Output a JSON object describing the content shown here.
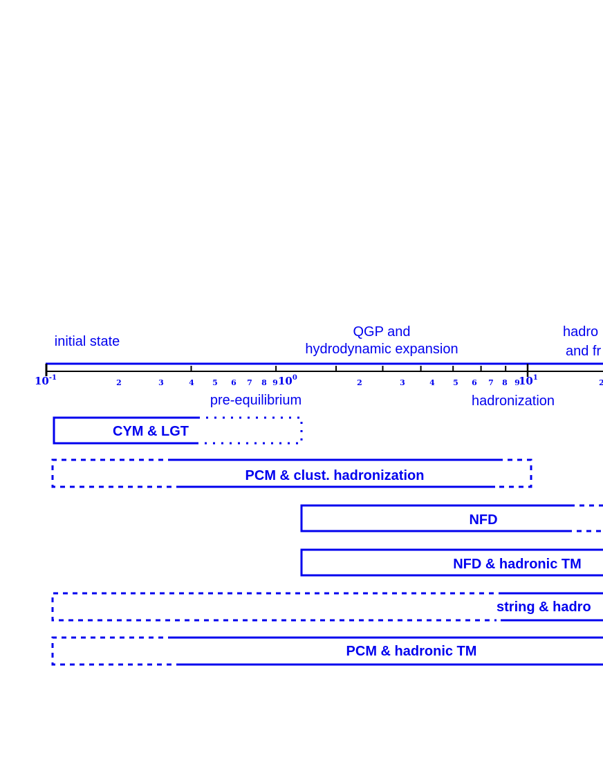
{
  "colors": {
    "accent": "#0000ee",
    "axis": "#000000"
  },
  "phases_top": [
    {
      "lines": [
        "initial state"
      ]
    },
    {
      "lines": [
        "QGP and",
        "hydrodynamic expansion"
      ]
    },
    {
      "lines": [
        "hadro",
        "and fr"
      ]
    }
  ],
  "phases_bottom": [
    {
      "text": "pre-equilibrium"
    },
    {
      "text": "hadronization"
    }
  ],
  "axis": {
    "scale": "log",
    "decades": [
      {
        "base": "10",
        "exp": "-1"
      },
      {
        "base": "10",
        "exp": "0"
      },
      {
        "base": "10",
        "exp": "1"
      }
    ],
    "minor_labels": [
      "2",
      "3",
      "4",
      "5",
      "6",
      "7",
      "8",
      "9"
    ],
    "trailing_label": "2"
  },
  "models": [
    {
      "label": "CYM & LGT"
    },
    {
      "label": "PCM & clust. hadronization"
    },
    {
      "label": "NFD"
    },
    {
      "label": "NFD & hadronic TM"
    },
    {
      "label": "string & hadro"
    },
    {
      "label": "PCM & hadronic TM"
    }
  ]
}
